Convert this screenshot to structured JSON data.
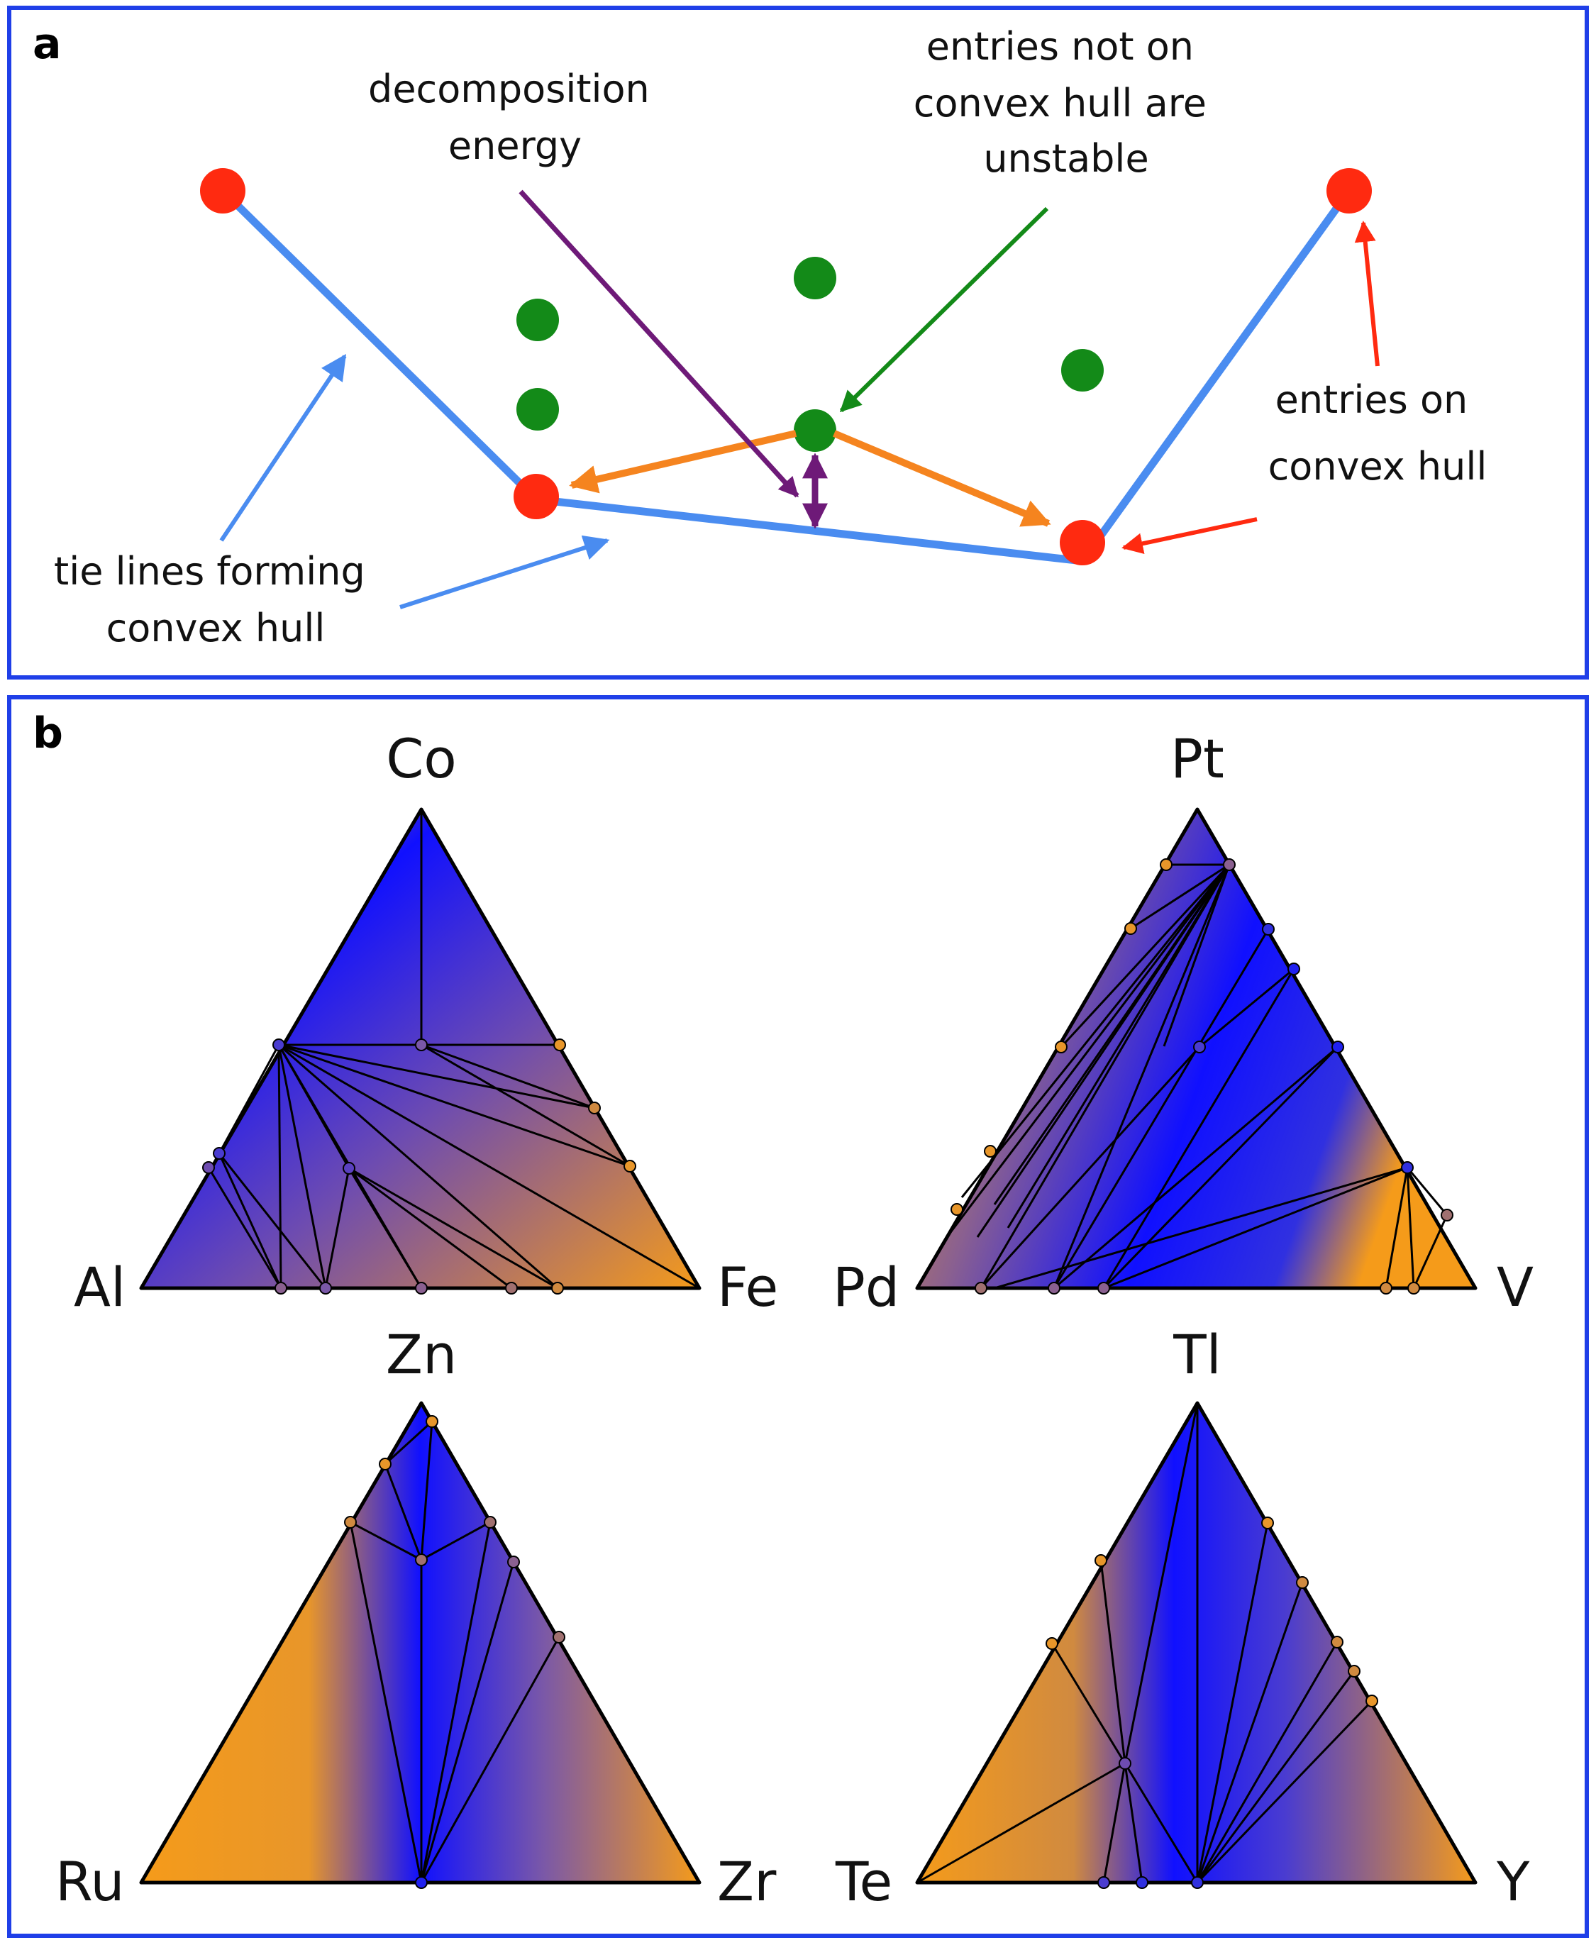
{
  "panel_a": {
    "label": "a",
    "annotations": {
      "decomposition_energy": [
        "decomposition",
        "energy"
      ],
      "unstable": [
        "entries not on",
        "convex hull are",
        "unstable"
      ],
      "on_hull": [
        "entries on",
        "convex hull"
      ],
      "tie_lines": [
        "tie lines forming",
        "convex hull"
      ]
    },
    "colors": {
      "hull_line": "#4a8cf0",
      "stable_point": "#ff2a10",
      "unstable_point": "#138a18",
      "decomposition_arrow": "#f5841f",
      "energy_arrow": "#6e1a78",
      "green_arrow": "#138a18",
      "red_arrow": "#ff2a10",
      "blue_arrow": "#4a8cf0"
    }
  },
  "panel_b": {
    "label": "b",
    "colors": {
      "orange": "#f59b1a",
      "blue": "#1010ff"
    },
    "diagrams": [
      {
        "top": "Co",
        "left": "Al",
        "right": "Fe"
      },
      {
        "top": "Pt",
        "left": "Pd",
        "right": "V"
      },
      {
        "top": "Zn",
        "left": "Ru",
        "right": "Zr"
      },
      {
        "top": "Tl",
        "left": "Te",
        "right": "Y"
      }
    ]
  }
}
